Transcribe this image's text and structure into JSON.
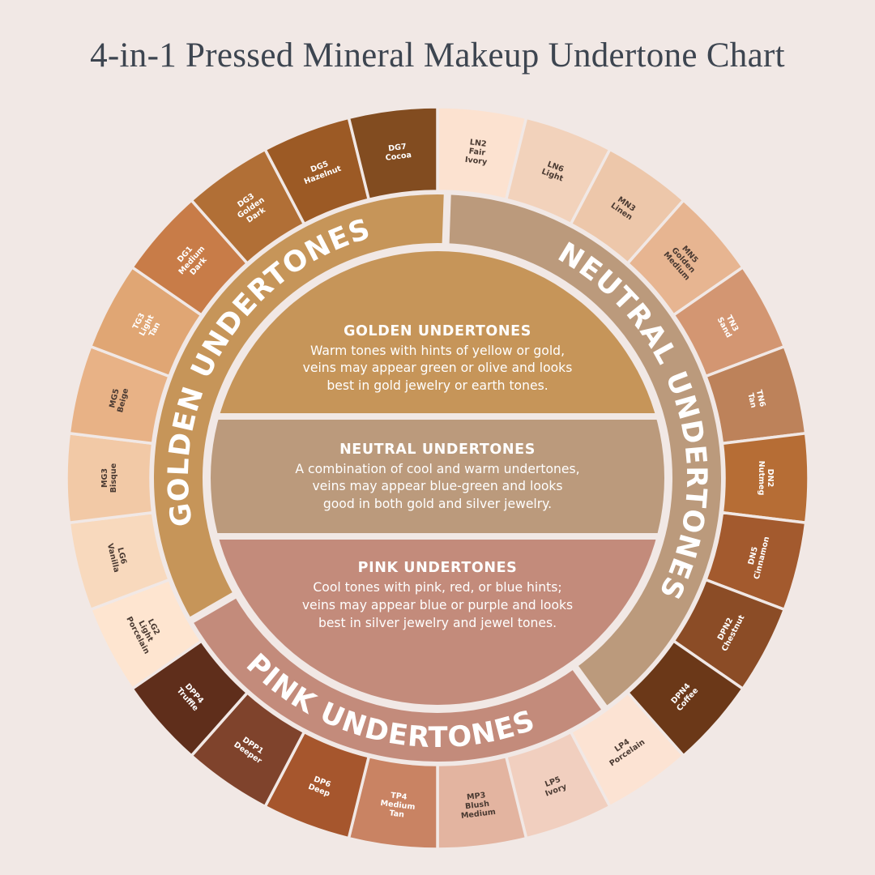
{
  "title": "4-in-1 Pressed Mineral Makeup Undertone Chart",
  "colors": {
    "background": "#f1e8e5",
    "golden_band": "#c69559",
    "neutral_band": "#bb9a7c",
    "pink_band": "#c38b7b",
    "divider": "#f1e8e5"
  },
  "shades": [
    {
      "code": "LN2",
      "name": "Fair Ivory",
      "color": "#fce2d0",
      "text": "#4a3a32"
    },
    {
      "code": "LN6",
      "name": "Light",
      "color": "#f2d2bb",
      "text": "#4a3a32"
    },
    {
      "code": "MN3",
      "name": "Linen",
      "color": "#edc7aa",
      "text": "#4a3a32"
    },
    {
      "code": "MN5",
      "name": "Golden Medium",
      "color": "#e7b591",
      "text": "#4a3a32"
    },
    {
      "code": "TN3",
      "name": "Sand",
      "color": "#d39672",
      "text": "#ffffff"
    },
    {
      "code": "TN6",
      "name": "Tan",
      "color": "#bd825a",
      "text": "#ffffff"
    },
    {
      "code": "DN2",
      "name": "Nutmeg",
      "color": "#b66d35",
      "text": "#ffffff"
    },
    {
      "code": "DN5",
      "name": "Cinnamon",
      "color": "#a35a2e",
      "text": "#ffffff"
    },
    {
      "code": "DPN2",
      "name": "Chestnut",
      "color": "#8b4c26",
      "text": "#ffffff"
    },
    {
      "code": "DPN4",
      "name": "Coffee",
      "color": "#6b3818",
      "text": "#ffffff"
    },
    {
      "code": "LP4",
      "name": "Porcelain",
      "color": "#fce3d3",
      "text": "#4a3a32"
    },
    {
      "code": "LP5",
      "name": "Ivory",
      "color": "#f1cfbf",
      "text": "#4a3a32"
    },
    {
      "code": "MP3",
      "name": "Blush Medium",
      "color": "#e3b4a0",
      "text": "#4a3a32"
    },
    {
      "code": "TP4",
      "name": "Medium Tan",
      "color": "#c98363",
      "text": "#ffffff"
    },
    {
      "code": "DP6",
      "name": "Deep",
      "color": "#a6562d",
      "text": "#ffffff"
    },
    {
      "code": "DPP1",
      "name": "Deeper",
      "color": "#7f432c",
      "text": "#ffffff"
    },
    {
      "code": "DPP4",
      "name": "Truffle",
      "color": "#5f2e1b",
      "text": "#ffffff"
    },
    {
      "code": "LG2",
      "name": "Light Porcelain",
      "color": "#fee5d0",
      "text": "#4a3a32"
    },
    {
      "code": "LG6",
      "name": "Vanilla",
      "color": "#f8d9bd",
      "text": "#4a3a32"
    },
    {
      "code": "MG3",
      "name": "Bisque",
      "color": "#f2c9a6",
      "text": "#4a3a32"
    },
    {
      "code": "MG5",
      "name": "Beige",
      "color": "#e8b286",
      "text": "#4a3a32"
    },
    {
      "code": "TG3",
      "name": "Light Tan",
      "color": "#e0a674",
      "text": "#ffffff"
    },
    {
      "code": "DG1",
      "name": "Medium Dark",
      "color": "#c87c48",
      "text": "#ffffff"
    },
    {
      "code": "DG3",
      "name": "Golden Dark",
      "color": "#b16f36",
      "text": "#ffffff"
    },
    {
      "code": "DG5",
      "name": "Hazelnut",
      "color": "#9c5a25",
      "text": "#ffffff"
    },
    {
      "code": "DG7",
      "name": "Cocoa",
      "color": "#824c20",
      "text": "#ffffff"
    }
  ],
  "bands": {
    "golden": "GOLDEN UNDERTONES",
    "neutral": "NEUTRAL UNDERTONES",
    "pink": "PINK UNDERTONES"
  },
  "panels": [
    {
      "heading": "GOLDEN UNDERTONES",
      "lines": [
        "Warm tones with hints of yellow or gold,",
        "veins may appear green or olive and looks",
        "best in gold jewelry or earth tones."
      ]
    },
    {
      "heading": "NEUTRAL UNDERTONES",
      "lines": [
        "A combination of cool and warm undertones,",
        "veins may appear blue-green and looks",
        "good in both gold and silver jewelry."
      ]
    },
    {
      "heading": "PINK UNDERTONES",
      "lines": [
        "Cool tones with pink, red, or blue hints;",
        "veins may appear blue or purple and looks",
        "best in silver jewelry and jewel tones."
      ]
    }
  ]
}
